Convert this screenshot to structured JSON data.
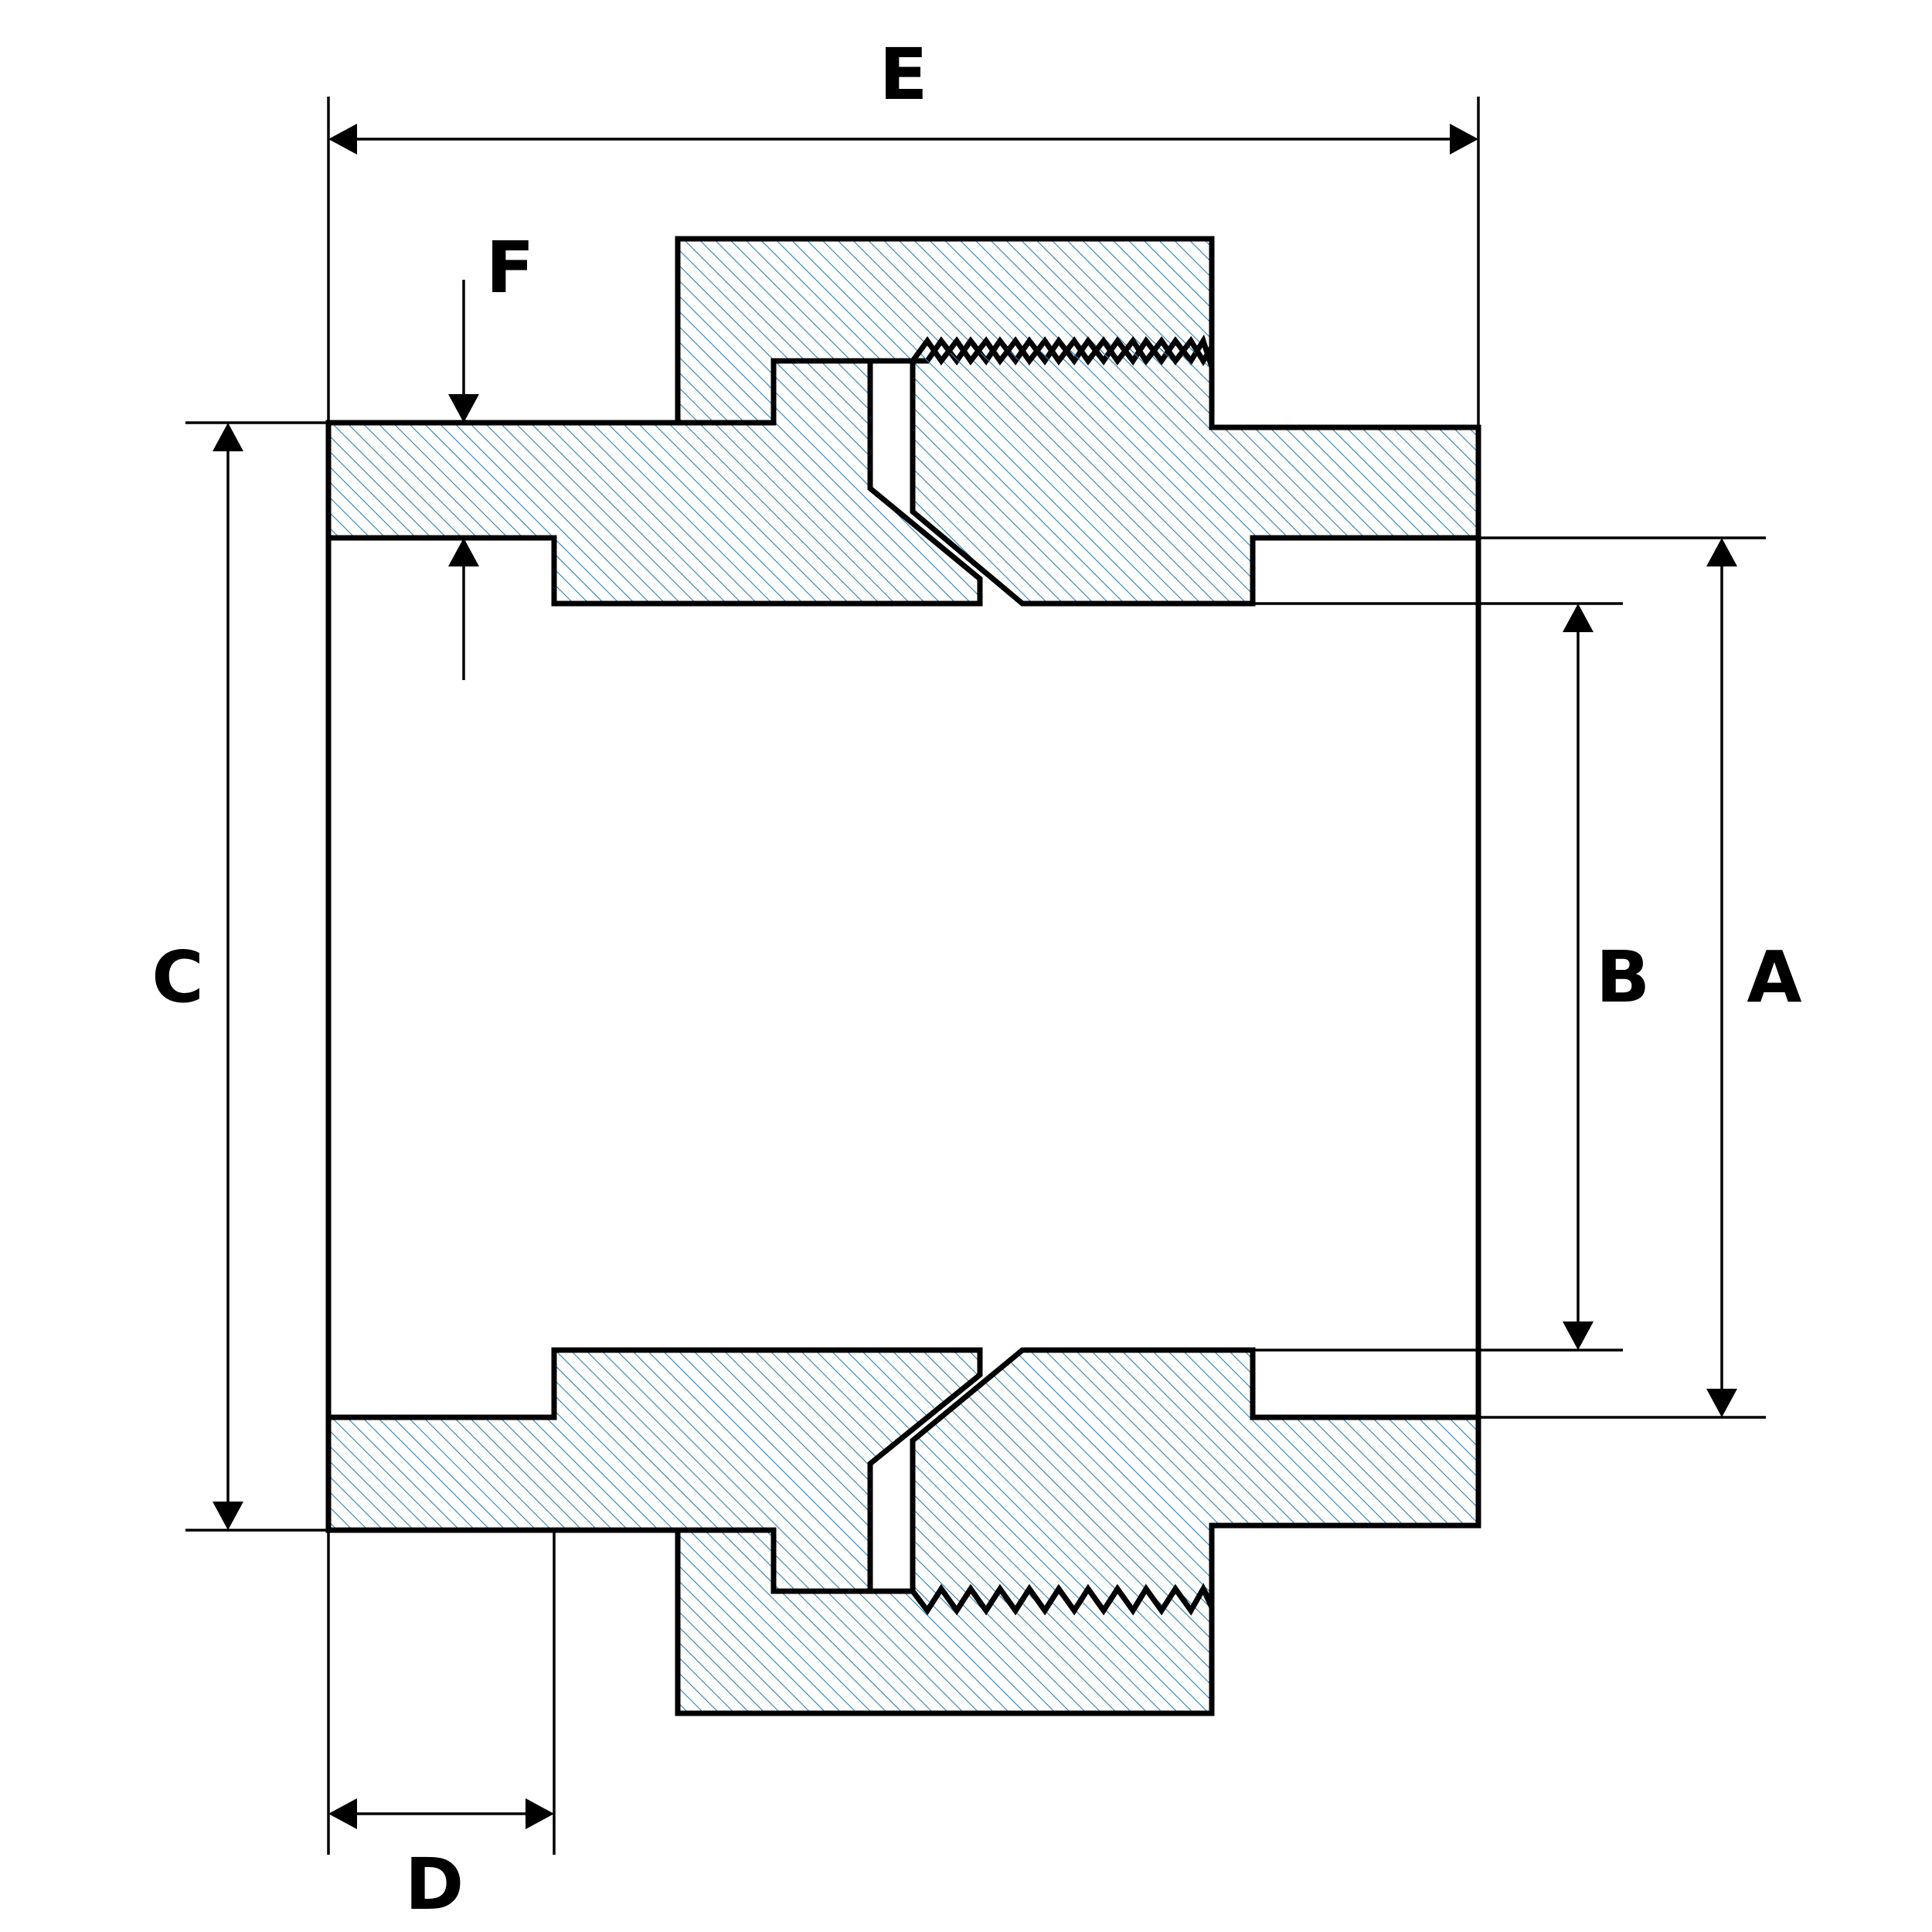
{
  "diagram": {
    "labels": {
      "a": "A",
      "b": "B",
      "c": "C",
      "d": "D",
      "e": "E",
      "f": "F"
    }
  },
  "colors": {
    "outline": "#000000",
    "hatch": "#2f7fb0",
    "background": "#ffffff"
  }
}
